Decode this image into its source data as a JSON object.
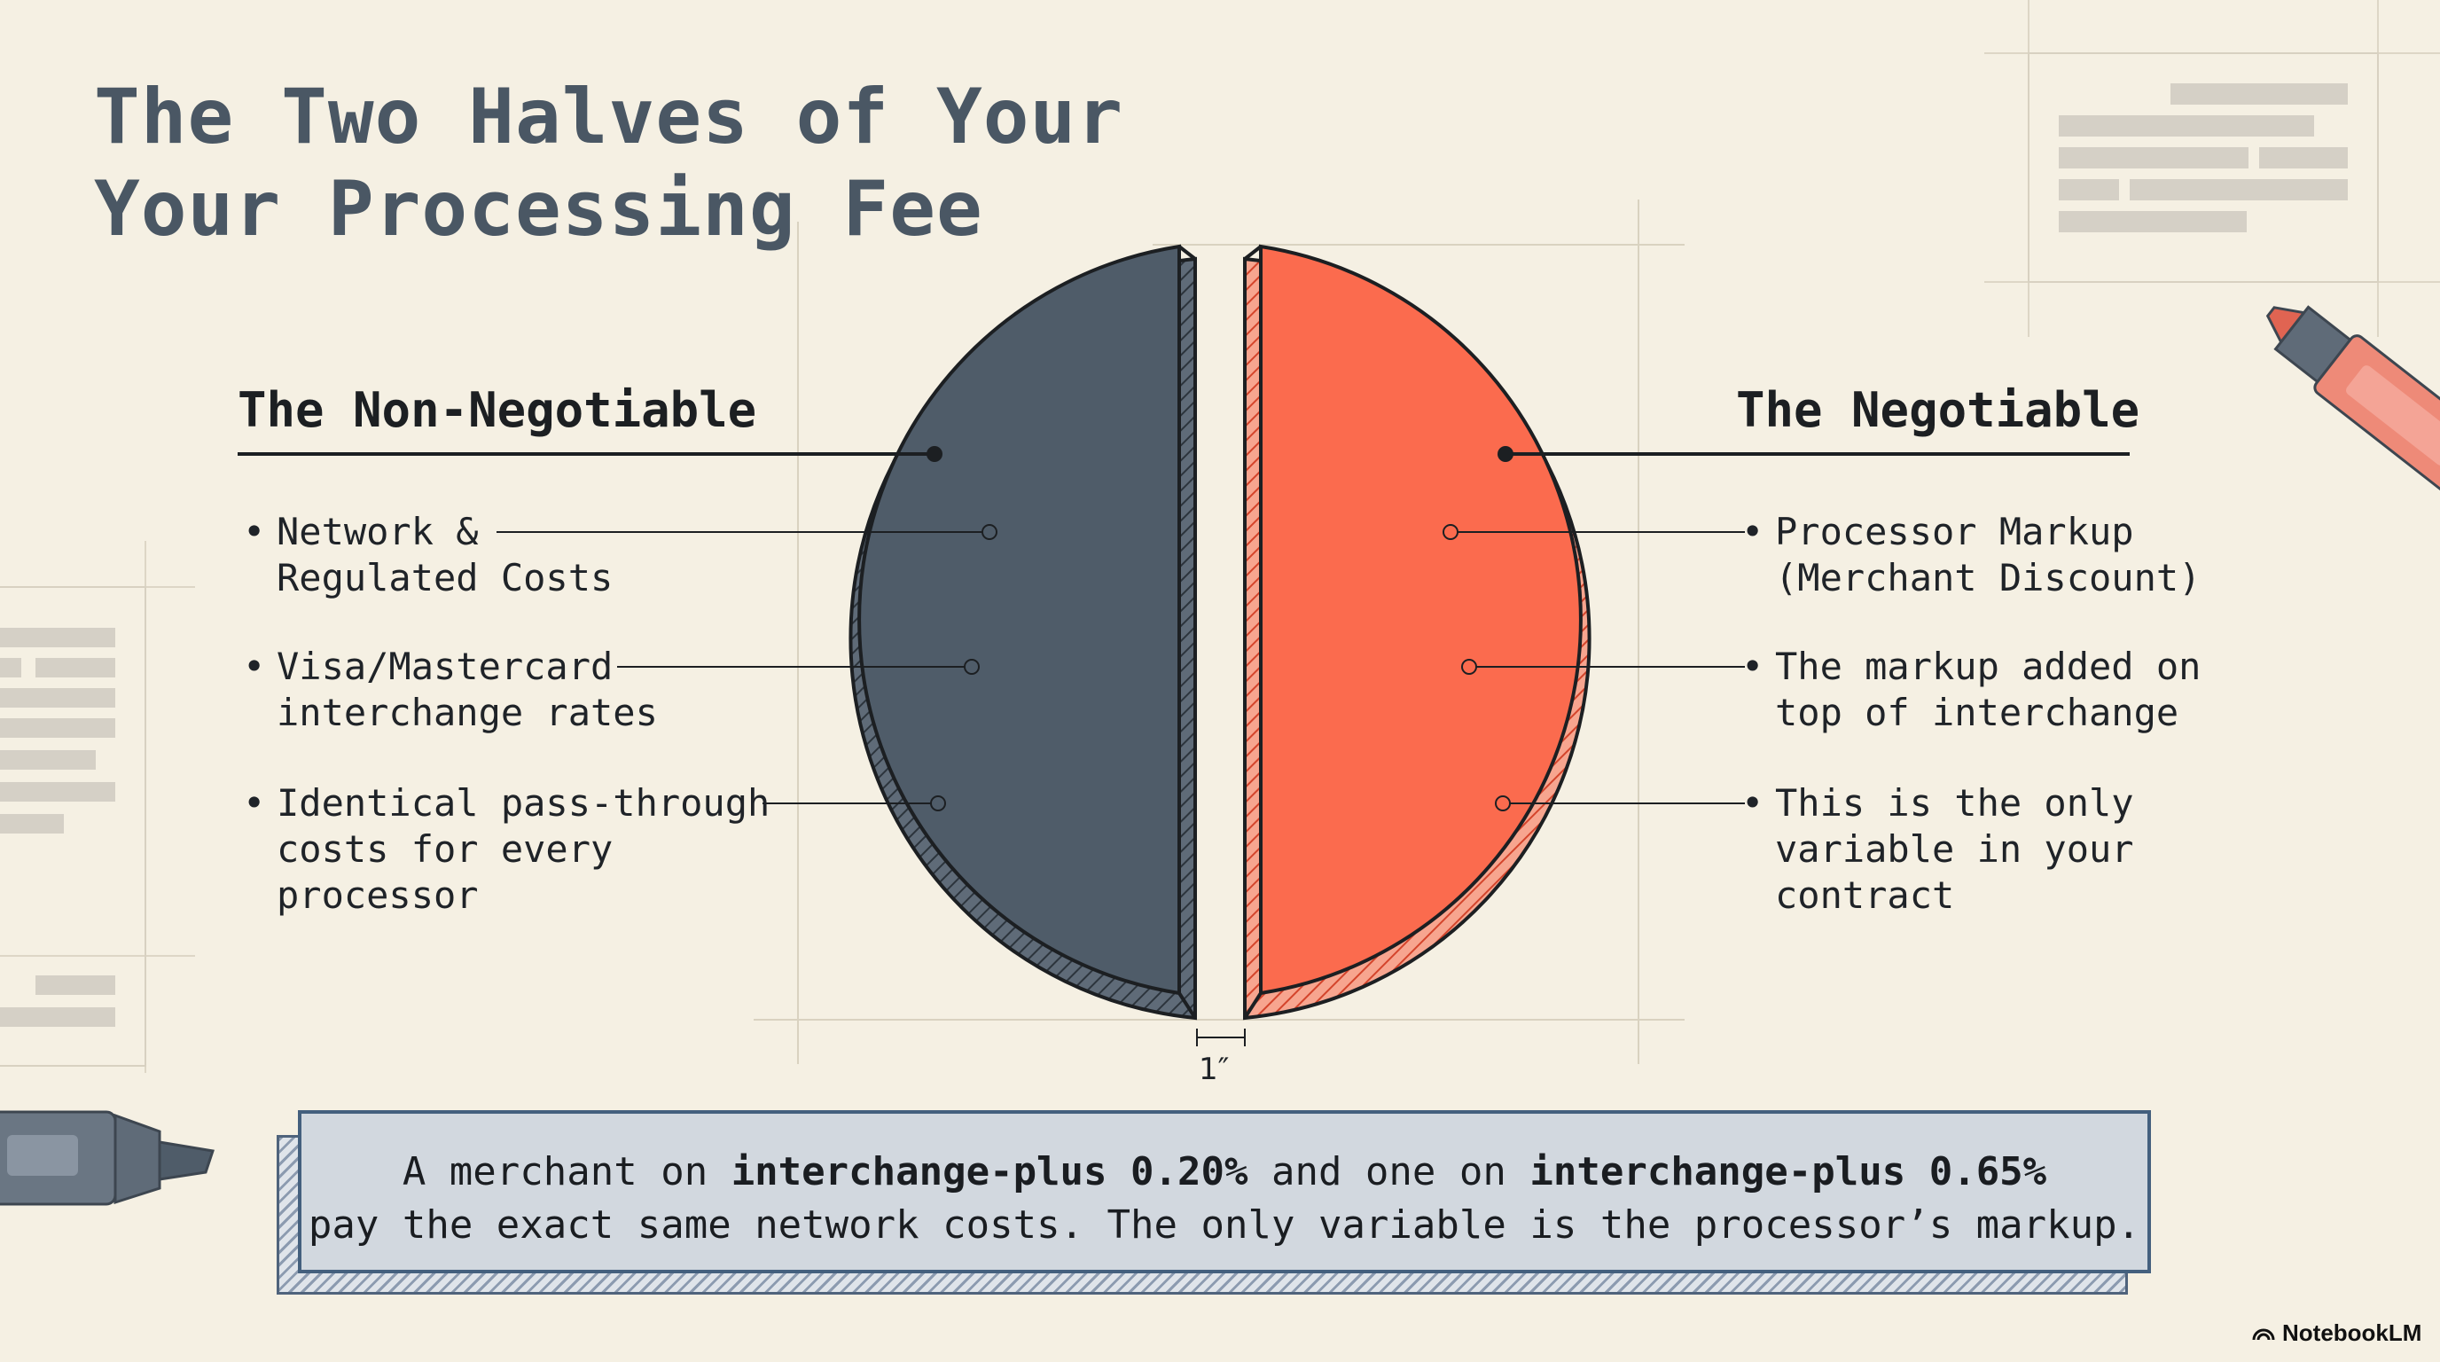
{
  "title": {
    "line1": "The Two Halves of Your",
    "line2": "Your Processing Fee"
  },
  "left": {
    "heading": "The Non-Negotiable",
    "bullets": [
      {
        "line1": "Network &",
        "line2": "Regulated Costs"
      },
      {
        "line1": "Visa/Mastercard",
        "line2": "interchange rates"
      },
      {
        "line1": "Identical pass-through",
        "line2": "costs for every",
        "line3": "processor"
      }
    ]
  },
  "right": {
    "heading": "The Negotiable",
    "bullets": [
      {
        "line1": "Processor Markup",
        "line2": "(Merchant Discount)"
      },
      {
        "line1": "The markup added on",
        "line2": "top of interchange"
      },
      {
        "line1": "This is the only",
        "line2": "variable in your",
        "line3": "contract"
      }
    ]
  },
  "dimension_label": "1″",
  "callout": {
    "r1_a": "A merchant on ",
    "r1_b": "interchange-plus 0.20%",
    "r1_c": " and one on ",
    "r1_d": "interchange-plus 0.65%",
    "r2": "pay the exact same network costs. The only variable is the processor’s markup."
  },
  "brand": "NotebookLM",
  "colors": {
    "background": "#f5f0e3",
    "left_half": "#4f5c69",
    "right_half": "#fb6b4e",
    "title": "#4a5764",
    "callout_fill": "#d2d8df",
    "callout_border": "#44607e"
  }
}
